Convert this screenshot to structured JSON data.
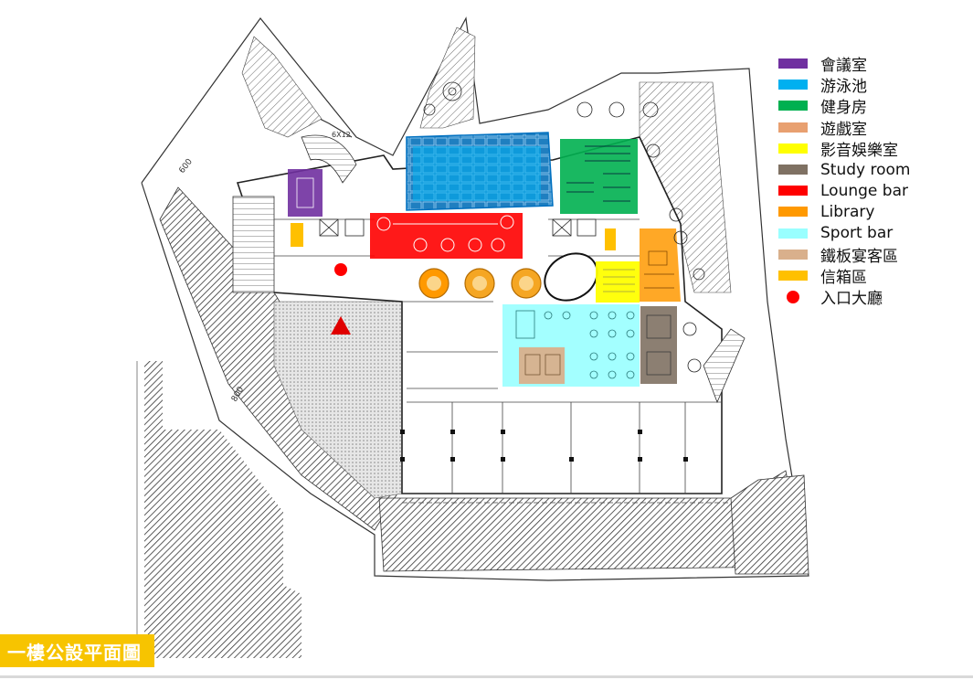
{
  "title": "一樓公設平面圖",
  "legend": [
    {
      "label": "會議室",
      "color": "#7030a0"
    },
    {
      "label": "游泳池",
      "color": "#00b0f0"
    },
    {
      "label": "健身房",
      "color": "#00b050"
    },
    {
      "label": "遊戲室",
      "color": "#e8a070"
    },
    {
      "label": "影音娛樂室",
      "color": "#ffff00"
    },
    {
      "label": "Study room",
      "color": "#7f7163"
    },
    {
      "label": "Lounge bar",
      "color": "#ff0000"
    },
    {
      "label": "Library",
      "color": "#ff9900"
    },
    {
      "label": "Sport bar",
      "color": "#99ffff"
    },
    {
      "label": "鐵板宴客區",
      "color": "#d9b08c"
    },
    {
      "label": "信箱區",
      "color": "#ffc000"
    },
    {
      "label": "入口大廳",
      "color": "#ff0000",
      "marker": "dot"
    }
  ],
  "dimensions": {
    "d600": "600",
    "d800": "800",
    "d6x12": "6X12"
  },
  "zones": {
    "meeting": "#7030a0",
    "pool": "#00b0f0",
    "gym": "#00b050",
    "lounge": "#ff0000",
    "library": "#ff9900",
    "av": "#ffff00",
    "study": "#7f7163",
    "sport": "#99ffff",
    "teppanyaki": "#d9b08c",
    "mailbox": "#ffc000",
    "entrance": "#ff0000"
  }
}
